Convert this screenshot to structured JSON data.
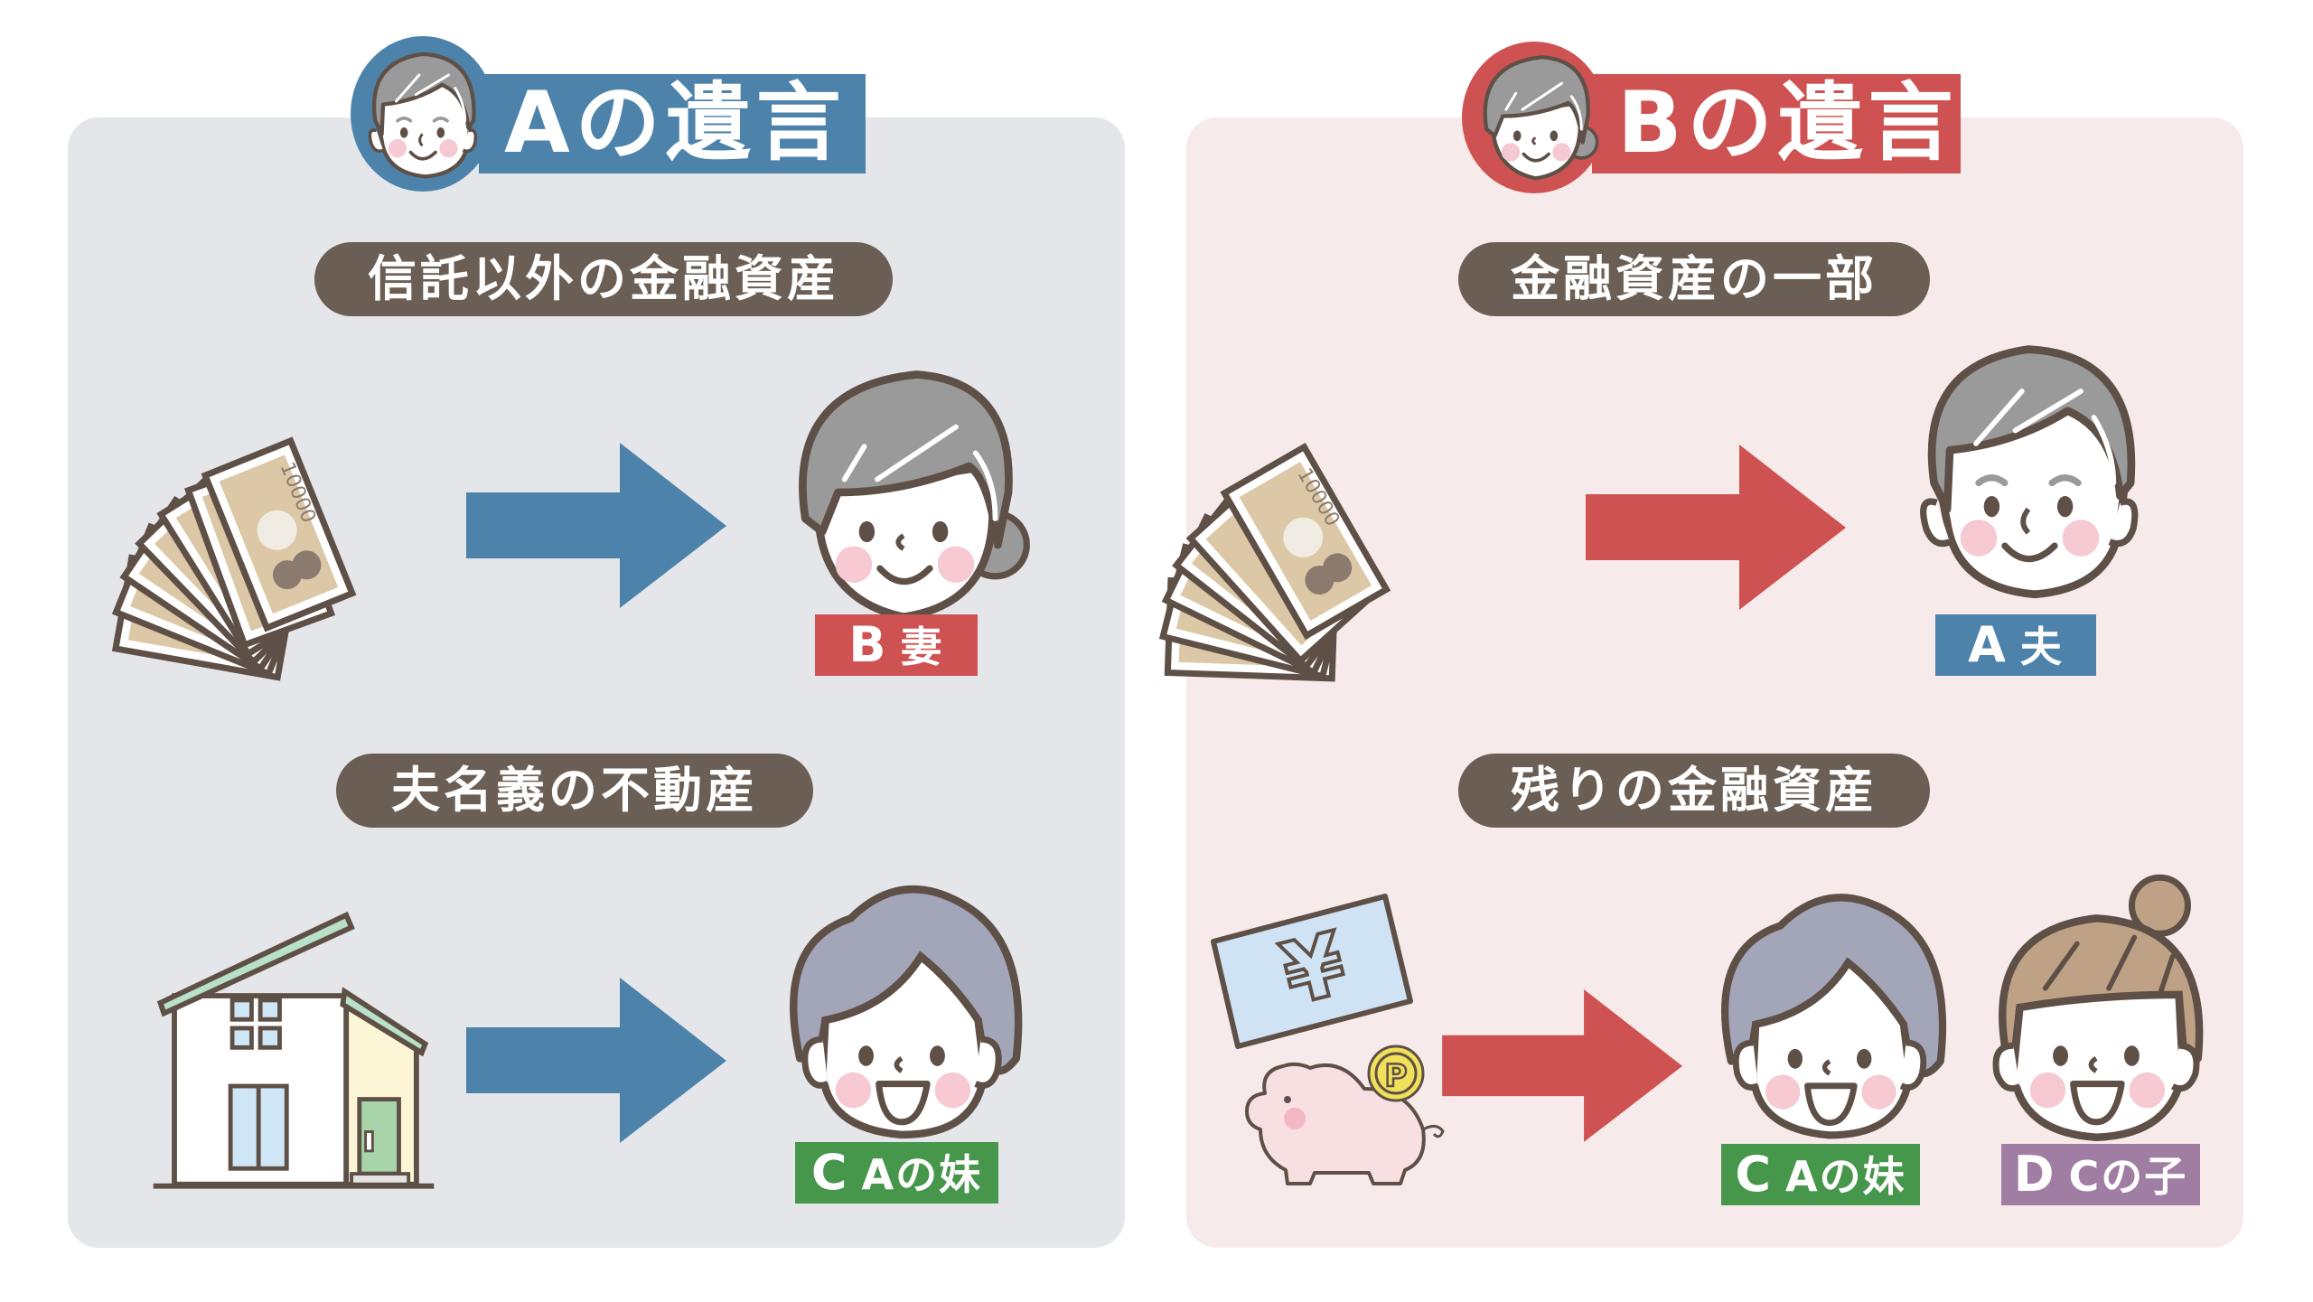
{
  "colors": {
    "panel_a_bg": "#e4e6ea",
    "panel_b_bg": "#f7eaea",
    "blue": "#4d83ab",
    "red": "#cf5252",
    "green": "#46964c",
    "purple": "#a07ea3",
    "pill": "#6b5e54",
    "outline": "#5e5047"
  },
  "panel_a": {
    "title": "Aの遺言",
    "sections": [
      {
        "label": "信託以外の金融資産",
        "asset_icon": "banknotes-fan-icon",
        "recipients": [
          {
            "letter": "B",
            "relation": "妻",
            "badge_color": "red",
            "face": "elderly-woman-face"
          }
        ]
      },
      {
        "label": "夫名義の不動産",
        "asset_icon": "house-icon",
        "recipients": [
          {
            "letter": "C",
            "relation": "Aの妹",
            "badge_color": "green",
            "face": "woman-purple-hair-face"
          }
        ]
      }
    ]
  },
  "panel_b": {
    "title": "Bの遺言",
    "sections": [
      {
        "label": "金融資産の一部",
        "asset_icon": "banknotes-fan-icon",
        "recipients": [
          {
            "letter": "A",
            "relation": "夫",
            "badge_color": "blue",
            "face": "elderly-man-face"
          }
        ]
      },
      {
        "label": "残りの金融資産",
        "asset_icon": "yen-bill-piggybank-icon",
        "recipients": [
          {
            "letter": "C",
            "relation": "Aの妹",
            "badge_color": "green",
            "face": "woman-purple-hair-face"
          },
          {
            "letter": "D",
            "relation": "Cの子",
            "badge_color": "purple",
            "face": "girl-brown-hair-face"
          }
        ]
      }
    ]
  },
  "banknote_denomination": "10000",
  "coin_letter": "P",
  "yen_symbol": "¥"
}
